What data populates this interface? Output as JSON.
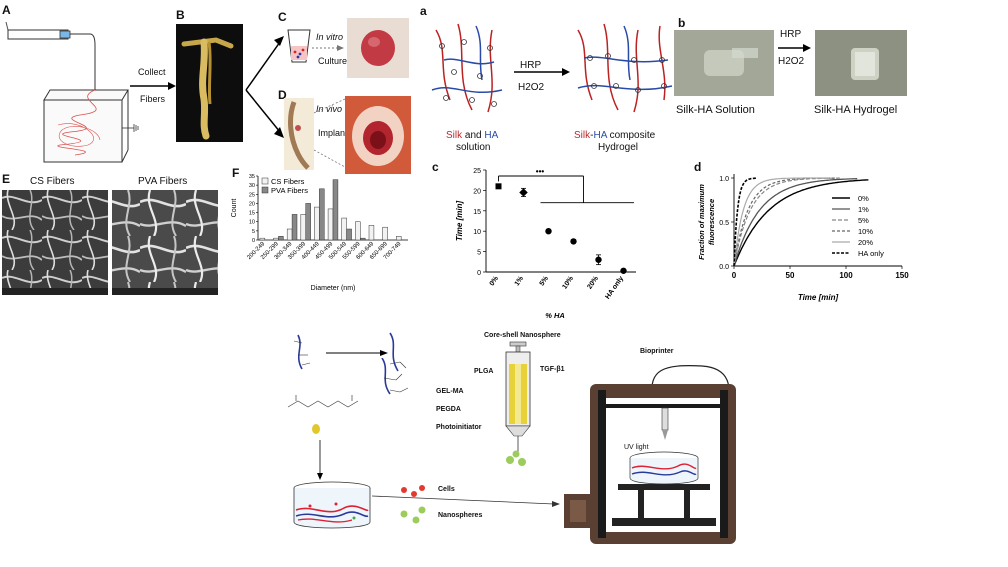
{
  "panels": {
    "A": "A",
    "B": "B",
    "C": "C",
    "D": "D",
    "E": "E",
    "F": "F",
    "a": "a",
    "b": "b",
    "c": "c",
    "d": "d"
  },
  "electrospin": {
    "collect_label_1": "Collect",
    "collect_label_2": "Fibers"
  },
  "culture": {
    "invitro_1": "In vitro",
    "invitro_2": "Culture",
    "invivo_1": "In vivo",
    "invivo_2": "Implant"
  },
  "sem": {
    "left_title": "CS Fibers",
    "right_title": "PVA Fibers"
  },
  "hydrogel_scheme": {
    "reagent_1": "HRP",
    "reagent_2": "H2O2",
    "left_caption_silk": "Silk",
    "left_caption_and": " and ",
    "left_caption_ha": "HA",
    "left_caption_2": "solution",
    "right_caption_silk": "Silk",
    "right_caption_dash": "-",
    "right_caption_ha": "HA",
    "right_caption_composite": " composite",
    "right_caption_2": "Hydrogel"
  },
  "photo_b": {
    "left_label": "Silk-HA Solution",
    "right_label": "Silk-HA Hydrogel",
    "reagent_1": "HRP",
    "reagent_2": "H2O2"
  },
  "bioprint": {
    "gelma": "GEL-MA",
    "pegda": "PEGDA",
    "photoinitiator": "Photoinitiator",
    "nanosphere_title": "Core-shell Nanosphere",
    "plga": "PLGA",
    "tgf": "TGF-β1",
    "bioprinter": "Bioprinter",
    "uv": "UV light",
    "cells": "Cells",
    "nanospheres": "Nanospheres"
  },
  "chart_data": [
    {
      "type": "bar",
      "panel": "F",
      "categories": [
        "200-249",
        "250-299",
        "300-349",
        "350-399",
        "400-449",
        "450-499",
        "500-549",
        "550-599",
        "600-649",
        "650-699",
        "700-749"
      ],
      "series": [
        {
          "name": "CS Fibers",
          "values": [
            1,
            1,
            6,
            14,
            18,
            17,
            12,
            10,
            8,
            7,
            2
          ]
        },
        {
          "name": "PVA Fibers",
          "values": [
            0,
            2,
            14,
            20,
            28,
            33,
            6,
            1,
            0,
            0,
            0
          ]
        }
      ],
      "xlabel": "Diameter (nm)",
      "ylabel": "Count",
      "ylim": [
        0,
        35
      ],
      "yticks": [
        0,
        5,
        10,
        15,
        20,
        25,
        30,
        35
      ]
    },
    {
      "type": "scatter",
      "panel": "c",
      "categories": [
        "0%",
        "1%",
        "5%",
        "10%",
        "20%",
        "HA only"
      ],
      "values": [
        21,
        19.5,
        10,
        7.5,
        3,
        0.3
      ],
      "errors": [
        0.5,
        1,
        0.3,
        0.3,
        1.2,
        0.2
      ],
      "significance": "•••",
      "xlabel": "% HA",
      "ylabel": "Time [min]",
      "ylim": [
        0,
        25
      ],
      "yticks": [
        0,
        5,
        10,
        15,
        20,
        25
      ]
    },
    {
      "type": "line",
      "panel": "d",
      "xlabel": "Time [min]",
      "ylabel_1": "Fraction of maximum",
      "ylabel_2": "fluorescence",
      "xlim": [
        0,
        150
      ],
      "ylim": [
        0,
        1.0
      ],
      "xticks": [
        0,
        50,
        100,
        150
      ],
      "yticks": [
        "0.0",
        "0.5",
        "1.0"
      ],
      "series": [
        {
          "name": "0%",
          "t_half": 30,
          "end": 120
        },
        {
          "name": "1%",
          "t_half": 22,
          "end": 110
        },
        {
          "name": "5%",
          "t_half": 14,
          "end": 95
        },
        {
          "name": "10%",
          "t_half": 12,
          "end": 90
        },
        {
          "name": "20%",
          "t_half": 8,
          "end": 85
        },
        {
          "name": "HA only",
          "t_half": 3,
          "end": 20
        }
      ]
    }
  ]
}
